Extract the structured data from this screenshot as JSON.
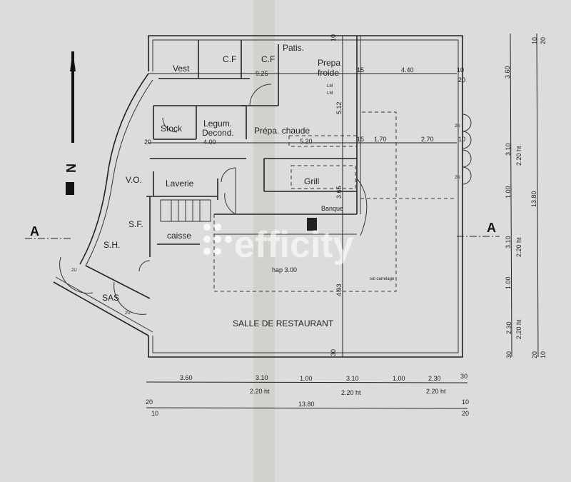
{
  "rooms": {
    "vest": "Vest",
    "cf1": "C.F",
    "cf2": "C.F",
    "cf2_dim": "9.25",
    "patis": "Patis.",
    "prepa_froide_1": "Prepa",
    "prepa_froide_2": "froide",
    "stock": "Stock",
    "legum_1": "Legum.",
    "legum_2": "Decond.",
    "legum_dim": "4.00",
    "prepa_chaude": "Prépa. chaude",
    "prepa_chaude_dim": "5.20",
    "vo": "V.O.",
    "laverie": "Laverie",
    "grill": "Grill",
    "sf": "S.F.",
    "sh": "S.H.",
    "caisse": "caisse",
    "comptoir": "Banque",
    "sas": "SAS",
    "salle": "SALLE DE RESTAURANT",
    "hap": "hap 3.00",
    "sol": "sol carrelage",
    "lm1": "LM",
    "lm2": "LM"
  },
  "interior_dims": {
    "d440": "4.40",
    "d170": "1.70",
    "d270": "2.70",
    "d512": "5.12",
    "d365": "3.65",
    "d493": "4.93",
    "d15a": "15",
    "d15b": "15",
    "d10a": "10",
    "d20a": "20",
    "d10b": "10",
    "d30a": "30",
    "d10c": "10",
    "d20b": "20",
    "door1": "2U",
    "door2": "2U",
    "door3": "2U",
    "door4": "2U"
  },
  "bottom_dims": {
    "segments": [
      "3.60",
      "3.10",
      "1.00",
      "3.10",
      "1.00",
      "2.30",
      "30"
    ],
    "heights": [
      "2.20 ht",
      "2.20 ht",
      "2.20 ht"
    ],
    "total": "13.80",
    "left_top": "20",
    "left_bottom": "10",
    "right_top": "10",
    "right_bottom": "20"
  },
  "right_dims": {
    "segments": [
      "3.60",
      "3.10",
      "1.00",
      "3.10",
      "1.00",
      "2.30",
      "30"
    ],
    "heights": [
      "2.20 ht",
      "2.20 ht",
      "2.20 ht"
    ],
    "total": "13.80",
    "top_a": "10",
    "top_b": "20",
    "bottom_a": "20",
    "bottom_b": "10"
  },
  "section_markers": {
    "left": "A",
    "right": "A"
  },
  "north_label": "N",
  "watermark": "efficity",
  "colors": {
    "paper": "#d9d9d7",
    "ink": "#222222"
  }
}
